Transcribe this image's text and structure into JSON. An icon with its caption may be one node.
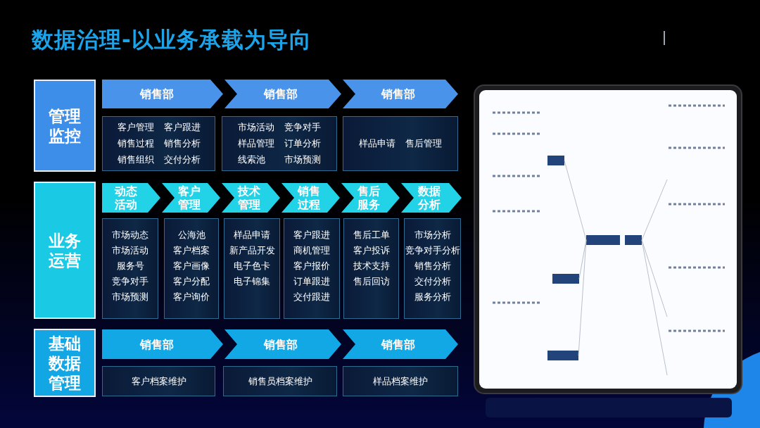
{
  "diagram": {
    "title": "数据治理-以业务承载为导向",
    "nodes": [
      {
        "text": [
          "管理监控"
        ]
      },
      {
        "text": [
          "销售部"
        ]
      },
      {
        "text": [
          "销售部"
        ]
      },
      {
        "text": [
          "销售部"
        ]
      },
      {
        "text": [
          "客户管理",
          "客户跟进",
          "销售过程",
          "销售分析",
          "销售组织",
          "交付分析"
        ]
      },
      {
        "text": [
          "市场活动",
          "竞争对手",
          "样品管理",
          "订单分析",
          "线索池",
          "市场预测"
        ]
      },
      {
        "text": [
          "样品申请",
          "售后管理"
        ]
      },
      {
        "text": [
          "业务运营"
        ]
      },
      {
        "text": [
          "动态活动"
        ]
      },
      {
        "text": [
          "客户管理"
        ]
      },
      {
        "text": [
          "技术管理"
        ]
      },
      {
        "text": [
          "销售过程"
        ]
      },
      {
        "text": [
          "售后服务"
        ]
      },
      {
        "text": [
          "数据分析"
        ]
      },
      {
        "text": [
          "市场动态",
          "市场活动",
          "服务号",
          "竞争对手",
          "市场预测"
        ]
      },
      {
        "text": [
          "公海池",
          "客户档案",
          "客户画像",
          "客户分配",
          "客户询价"
        ]
      },
      {
        "text": [
          "样品申请",
          "新产品开发",
          "电子色卡",
          "电子锦集"
        ]
      },
      {
        "text": [
          "客户跟进",
          "商机管理",
          "客户报价",
          "订单跟进",
          "交付跟进"
        ]
      },
      {
        "text": [
          "售后工单",
          "客户投诉",
          "技术支持",
          "售后回访"
        ]
      },
      {
        "text": [
          "市场分析",
          "竞争对手分析",
          "销售分析",
          "交付分析",
          "服务分析"
        ]
      },
      {
        "text": [
          "基础数据管理"
        ]
      },
      {
        "text": [
          "销售部"
        ]
      },
      {
        "text": [
          "销售部"
        ]
      },
      {
        "text": [
          "销售部"
        ]
      },
      {
        "text": [
          "客户档案维护"
        ]
      },
      {
        "text": [
          "销售员档案维护"
        ]
      },
      {
        "text": [
          "样品档案维护"
        ]
      }
    ]
  }
}
